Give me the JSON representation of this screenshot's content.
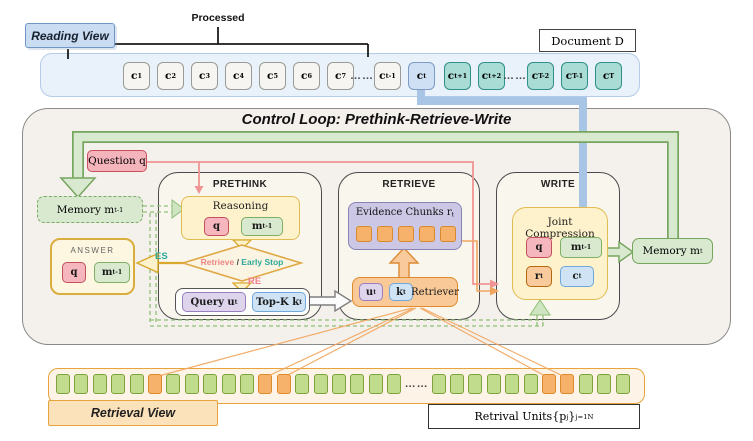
{
  "top": {
    "reading_view_label": "Reading View",
    "processed_label": "Processed",
    "document_label": "Document D",
    "dots": "……",
    "chunks": [
      "c_{1}",
      "c_{2}",
      "c_{3}",
      "c_{4}",
      "c_{5}",
      "c_{6}",
      "c_{7}",
      "……",
      "c_{t-1}",
      "c_{t}",
      "c_{t+1}",
      "c_{t+2}",
      "……",
      "c_{T-2}",
      "c_{T-1}",
      "c_{T}"
    ]
  },
  "control_loop": {
    "title": "Control Loop: Prethink-Retrieve-Write",
    "question_label": "Question q",
    "memory_prev_label": "Memory m_{t-1}",
    "memory_next_label": "Memory m_{t}",
    "answer": {
      "label": "ANSWER",
      "chips": [
        "q",
        "m_{t-1}"
      ]
    },
    "prethink": {
      "label": "PRETHINK",
      "reasoning_label": "Reasoning",
      "chips": [
        "q",
        "m_{t-1}"
      ],
      "decision": {
        "retrieve": "Retrieve",
        "sep": " / ",
        "early_stop": "Early Stop",
        "es": "ES",
        "re": "RE"
      },
      "query_label": "Query u_{t}",
      "topk_label": "Top-K k_{t}"
    },
    "retrieve": {
      "label": "RETRIEVE",
      "evidence_label": "Evidence Chunks r_{t}",
      "retriever_label": "Retriever",
      "chips": [
        "u_{t}",
        "k_{t}"
      ]
    },
    "write": {
      "label": "WRITE",
      "joint_label": "Joint Compression",
      "chips": [
        "q",
        "m_{t-1}",
        "r_{t}",
        "c_{t}"
      ]
    }
  },
  "bottom": {
    "retrieval_view_label": "Retrieval View",
    "units_label": "Retrival Units{p_{j}}_{j=1}^{N}",
    "dots": "……",
    "units_pattern": "GGGGGOGGGGGOOGGGGGG|GGGGGGOOGGG"
  },
  "colors": {
    "accent_green": "#76a55e",
    "accent_blue": "#a9c5e6",
    "accent_pink": "#f09494",
    "accent_orange": "#f0a55f",
    "accent_gold": "#d9a92e"
  }
}
